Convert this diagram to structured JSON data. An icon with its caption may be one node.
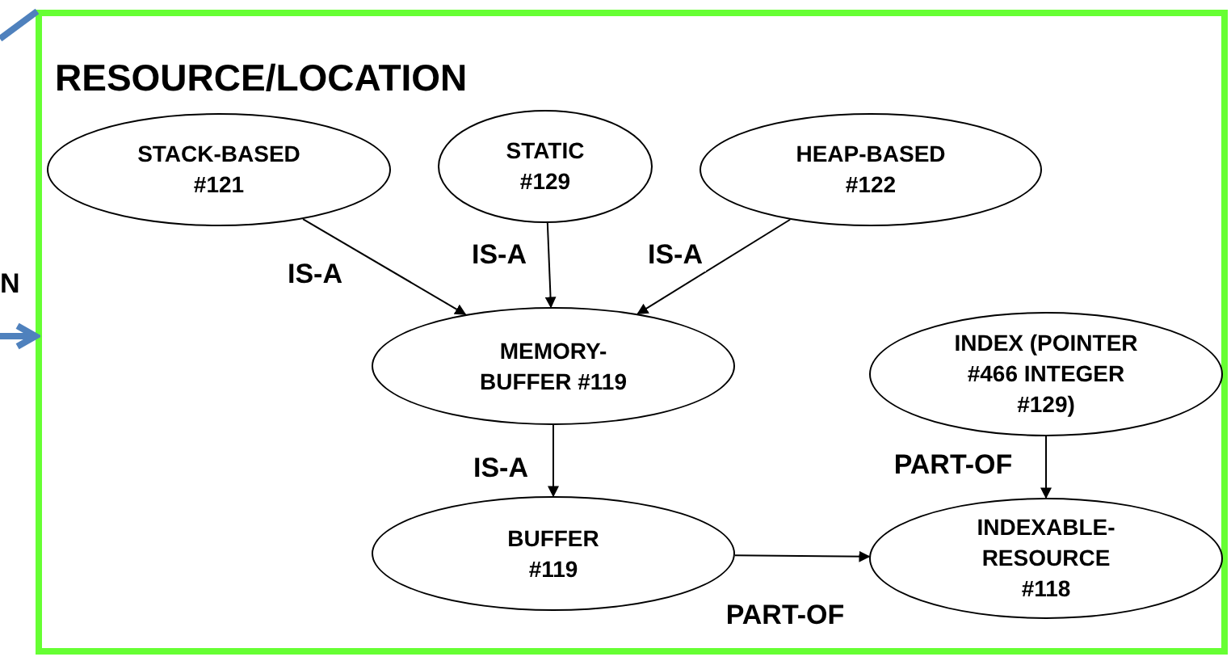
{
  "diagram": {
    "nodes": [
      {
        "text": [
          "RESOURCE/LOCATION"
        ]
      },
      {
        "text": [
          "STACK-BASED #121"
        ],
        "in": 0
      },
      {
        "text": [
          "STATIC #129"
        ],
        "in": 0
      },
      {
        "text": [
          "HEAP-BASED #122"
        ],
        "in": 0
      },
      {
        "text": [
          "MEMORY-BUFFER #119"
        ],
        "in": 0
      },
      {
        "text": [
          "INDEX (POINTER #466 INTEGER #129)"
        ],
        "in": 0
      },
      {
        "text": [
          "BUFFER #119"
        ],
        "in": 0
      },
      {
        "text": [
          "INDEXABLE-RESOURCE #118"
        ],
        "in": 0
      }
    ],
    "edges": [
      {
        "from": 1,
        "to": 4,
        "arrow": "to",
        "label": "IS-A"
      },
      {
        "from": 2,
        "to": 4,
        "arrow": "to",
        "label": "IS-A"
      },
      {
        "from": 3,
        "to": 4,
        "arrow": "to",
        "label": "IS-A"
      },
      {
        "from": 4,
        "to": 6,
        "arrow": "to",
        "label": "IS-A"
      },
      {
        "from": 5,
        "to": 7,
        "arrow": "to",
        "label": "PART-OF"
      },
      {
        "from": 6,
        "to": 7,
        "arrow": "to",
        "label": "PART-OF"
      },
      {
        "from": null,
        "to": 0,
        "arrow": "to",
        "style": "thick",
        "color": "#4f81bd"
      },
      {
        "from": null,
        "to": 0,
        "arrow": "none",
        "style": "thick",
        "color": "#4f81bd"
      }
    ],
    "labels": [
      "N"
    ]
  }
}
